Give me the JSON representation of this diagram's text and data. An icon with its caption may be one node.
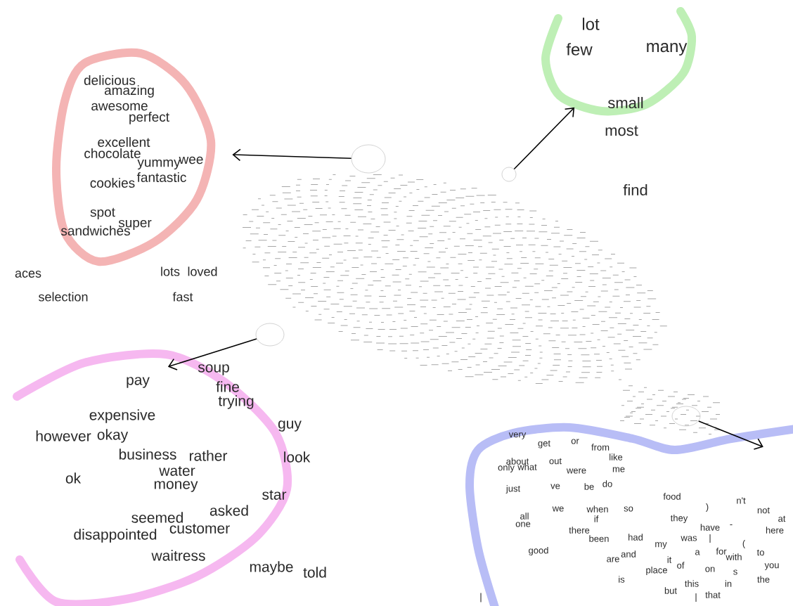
{
  "diagram": {
    "nodes": [
      {
        "text": [
          "delicious",
          "amazing",
          "awesome",
          "perfect",
          "excellent",
          "chocolate",
          "yummy",
          "wee",
          "fantastic",
          "cookies",
          "spot",
          "sandwiches",
          "super"
        ]
      },
      {
        "text": [
          "lot",
          "few",
          "many"
        ]
      },
      {
        "text": [
          "pay",
          "expensive",
          "however",
          "okay",
          "business",
          "rather",
          "ok",
          "water",
          "money",
          "seemed",
          "asked",
          "customer",
          "disappointed",
          "waitress"
        ]
      },
      {
        "text": [
          "very",
          "get",
          "or",
          "from",
          "about",
          "out",
          "like",
          "only",
          "what",
          "were",
          "me",
          "just",
          "ve",
          "be",
          "do",
          "food",
          "n't",
          ")",
          "not",
          "at",
          "all",
          "one",
          "we",
          "when",
          "so",
          "if",
          "they",
          "have",
          "-",
          "here",
          "there",
          "been",
          "had",
          "was",
          "|",
          "my",
          "a",
          "for",
          "(",
          "with",
          "to",
          "good",
          "and",
          "are",
          "it",
          "of",
          "place",
          "on",
          "s",
          "you",
          "the",
          "is",
          "this",
          "in",
          "but",
          "|",
          "that"
        ]
      },
      {
        "text": [],
        "shape": "circle"
      },
      {
        "text": [],
        "shape": "circle"
      },
      {
        "text": [],
        "shape": "circle"
      },
      {
        "text": [],
        "shape": "circle"
      }
    ],
    "edges": [
      {
        "from": 4,
        "to": 0,
        "arrow": "to"
      },
      {
        "from": 5,
        "to": 1,
        "arrow": "to"
      },
      {
        "from": 6,
        "to": 2,
        "arrow": "to"
      },
      {
        "from": 7,
        "to": 3,
        "arrow": "to"
      }
    ],
    "labels": [
      "small",
      "most",
      "find",
      "aces",
      "selection",
      "lots",
      "loved",
      "fast",
      "soup",
      "fine",
      "trying",
      "guy",
      "look",
      "star",
      "maybe",
      "told",
      "|"
    ]
  }
}
